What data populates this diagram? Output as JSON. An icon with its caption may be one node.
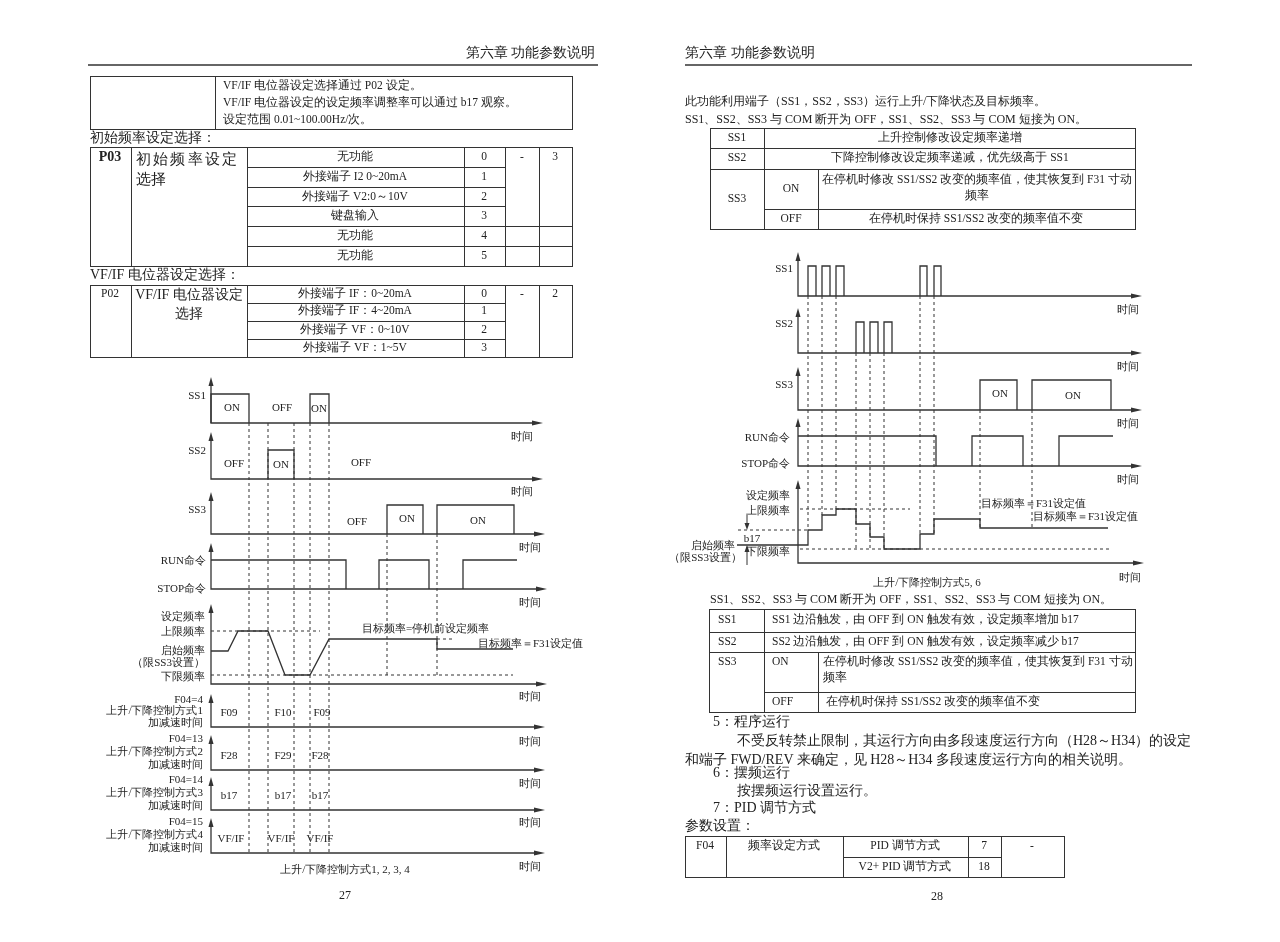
{
  "diagram": {
    "labels": [
      "第六章 功能参数说明",
      "VF/IF 电位器设定选择通过 P02 设定。",
      "VF/IF 电位器设定的设定频率调整率可以通过 b17 观察。",
      "设定范围 0.01~100.00Hz/次。",
      "初始频率设定选择：",
      "P03",
      "初始频率设定选择",
      "无功能",
      "0",
      "-",
      "3",
      "外接端子 I2 0~20mA",
      "1",
      "外接端子 V2:0～10V",
      "2",
      "键盘输入",
      "3",
      "无功能",
      "4",
      "无功能",
      "5",
      "VF/IF 电位器设定选择：",
      "P02",
      "VF/IF 电位器设定选择",
      "外接端子 IF：0~20mA",
      "0",
      "-",
      "2",
      "外接端子 IF：4~20mA",
      "1",
      "外接端子 VF：0~10V",
      "2",
      "外接端子 VF：1~5V",
      "3",
      "SS1",
      "ON",
      "OFF",
      "ON",
      "时间",
      "SS2",
      "OFF",
      "ON",
      "OFF",
      "时间",
      "SS3",
      "OFF",
      "ON",
      "ON",
      "时间",
      "RUN命令",
      "STOP命令",
      "时间",
      "设定频率",
      "上限频率",
      "目标频率=停机前设定频率",
      "目标频率＝F31设定值",
      "启始频率",
      "（限SS3设置）",
      "下限频率",
      "时间",
      "F04=4",
      "上升/下降控制方式1",
      "加减速时间",
      "F09",
      "F10",
      "F09",
      "时间",
      "F04=13",
      "上升/下降控制方式2",
      "加减速时间",
      "F28",
      "F29",
      "F28",
      "时间",
      "F04=14",
      "上升/下降控制方式3",
      "加减速时间",
      "b17",
      "b17",
      "b17",
      "时间",
      "F04=15",
      "上升/下降控制方式4",
      "加减速时间",
      "VF/IF",
      "VF/IF",
      "VF/IF",
      "上升/下降控制方式1, 2, 3, 4",
      "时间",
      "27",
      "第六章 功能参数说明",
      "此功能利用端子（SS1，SS2，SS3）运行上升/下降状态及目标频率。",
      "SS1、SS2、SS3 与 COM 断开为 OFF，SS1、SS2、SS3 与 COM 短接为 ON。",
      "SS1",
      "上升控制修改设定频率递增",
      "SS2",
      "下降控制修改设定频率递减，优先级高于 SS1",
      "SS3",
      "ON",
      "在停机时修改 SS1/SS2 改变的频率值，使其恢复到 F31 寸动频率",
      "OFF",
      "在停机时保持 SS1/SS2 改变的频率值不变",
      "SS1",
      "时间",
      "SS2",
      "时间",
      "SS3",
      "ON",
      "ON",
      "时间",
      "RUN命令",
      "STOP命令",
      "时间",
      "设定频率",
      "上限频率",
      "目标频率＝F31设定值",
      "目标频率＝F31设定值",
      "b17",
      "启始频率",
      "（限SS3设置）",
      "下限频率",
      "上升/下降控制方式5, 6",
      "时间",
      "SS1、SS2、SS3 与 COM 断开为 OFF，SS1、SS2、SS3 与 COM 短接为 ON。",
      "SS1",
      "SS1 边沿触发，由 OFF 到 ON 触发有效，设定频率增加 b17",
      "SS2",
      "SS2 边沿触发，由 OFF 到 ON 触发有效，设定频率减少 b17",
      "SS3",
      "ON",
      "在停机时修改 SS1/SS2 改变的频率值，使其恢复到 F31 寸动频率",
      "OFF",
      "在停机时保持 SS1/SS2 改变的频率值不变",
      "5：程序运行",
      "不受反转禁止限制，其运行方向由多段速度运行方向（H28～H34）的设定和端子 FWD/REV 来确定，见 H28～H34 多段速度运行方向的相关说明。",
      "6：摆频运行",
      "按摆频运行设置运行。",
      "7：PID 调节方式",
      "参数设置：",
      "F04",
      "频率设定方式",
      "PID 调节方式",
      "7",
      "-",
      "V2+ PID 调节方式",
      "18",
      "28"
    ]
  }
}
